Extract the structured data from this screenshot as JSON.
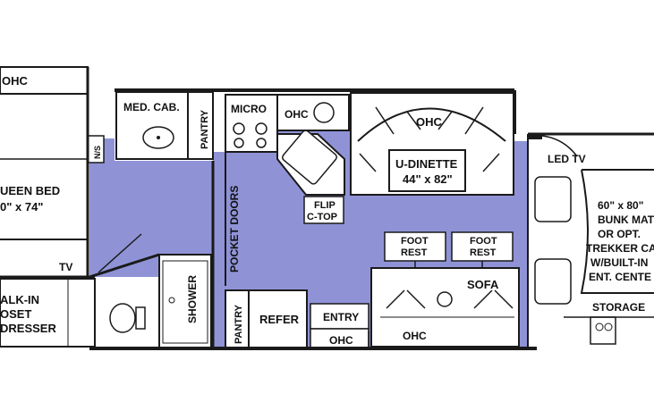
{
  "colors": {
    "floor": "#8f93d6",
    "wall": "#1a1a1a",
    "fixture": "#ffffff",
    "background": "#ffffff"
  },
  "labels": {
    "ohc_bedroom": "OHC",
    "queen_bed_line1": "UEEN BED",
    "queen_bed_line2": "0\" x 74\"",
    "ns": "N/S",
    "med_cab": "MED. CAB.",
    "pantry_top": "PANTRY",
    "micro": "MICRO",
    "ohc_kitchen": "OHC",
    "ohc_dinette": "OHC",
    "u_dinette_line1": "U-DINETTE",
    "u_dinette_line2": "44\" x 82\"",
    "led_tv": "LED TV",
    "bunk_line1": "60\" x 80\"",
    "bunk_line2": "BUNK MAT",
    "bunk_line3": "OR OPT.",
    "bunk_line4": "TREKKER CA",
    "bunk_line5": "W/BUILT-IN",
    "bunk_line6": "ENT. CENTE",
    "flip_line1": "FLIP",
    "flip_line2": "C-TOP",
    "pocket_doors": "POCKET DOORS",
    "foot_rest_1_line1": "FOOT",
    "foot_rest_1_line2": "REST",
    "foot_rest_2_line1": "FOOT",
    "foot_rest_2_line2": "REST",
    "sofa": "SOFA",
    "tv_bedroom": "TV",
    "closet_line1": "ALK-IN",
    "closet_line2": "OSET",
    "closet_line3": "DRESSER",
    "shower": "SHOWER",
    "pantry_bottom": "PANTRY",
    "refer": "REFER",
    "entry": "ENTRY",
    "ohc_entry": "OHC",
    "ohc_sofa": "OHC",
    "storage": "STORAGE"
  }
}
